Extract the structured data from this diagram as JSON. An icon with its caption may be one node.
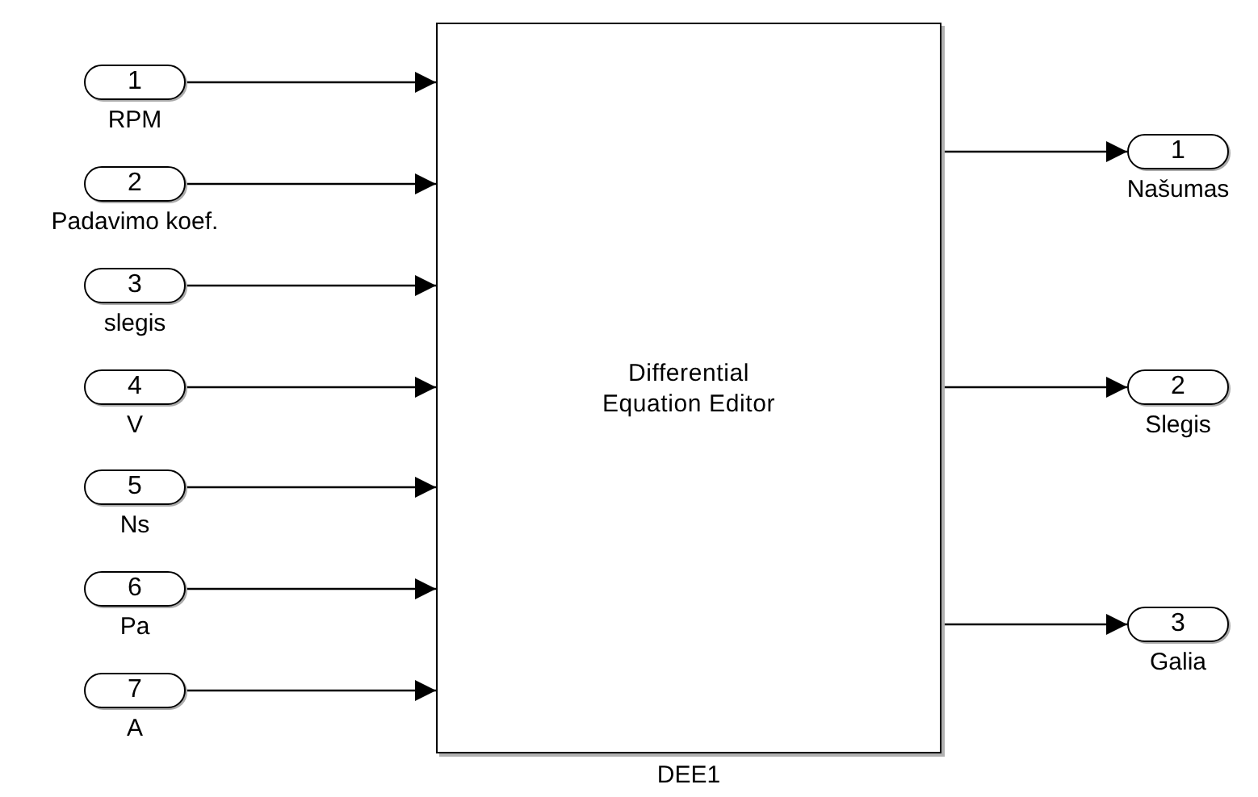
{
  "diagram": {
    "nodes": [
      {
        "text": [
          "1"
        ],
        "beside": [
          "RPM"
        ]
      },
      {
        "text": [
          "2"
        ],
        "beside": [
          "Padavimo koef."
        ]
      },
      {
        "text": [
          "3"
        ],
        "beside": [
          "slegis"
        ]
      },
      {
        "text": [
          "4"
        ],
        "beside": [
          "V"
        ]
      },
      {
        "text": [
          "5"
        ],
        "beside": [
          "Ns"
        ]
      },
      {
        "text": [
          "6"
        ],
        "beside": [
          "Pa"
        ]
      },
      {
        "text": [
          "7"
        ],
        "beside": [
          "A"
        ]
      },
      {
        "text": [
          "Differential Equation Editor"
        ],
        "beside": [
          "DEE1"
        ]
      },
      {
        "text": [
          "1"
        ],
        "beside": [
          "Našumas"
        ]
      },
      {
        "text": [
          "2"
        ],
        "beside": [
          "Slegis"
        ]
      },
      {
        "text": [
          "3"
        ],
        "beside": [
          "Galia"
        ]
      }
    ],
    "edges": [
      {
        "from": 0,
        "to": 7,
        "arrow": "to"
      },
      {
        "from": 1,
        "to": 7,
        "arrow": "to"
      },
      {
        "from": 2,
        "to": 7,
        "arrow": "to"
      },
      {
        "from": 3,
        "to": 7,
        "arrow": "to"
      },
      {
        "from": 4,
        "to": 7,
        "arrow": "to"
      },
      {
        "from": 5,
        "to": 7,
        "arrow": "to"
      },
      {
        "from": 6,
        "to": 7,
        "arrow": "to"
      },
      {
        "from": 7,
        "to": 8,
        "arrow": "to"
      },
      {
        "from": 7,
        "to": 9,
        "arrow": "to"
      },
      {
        "from": 7,
        "to": 10,
        "arrow": "to"
      }
    ]
  }
}
